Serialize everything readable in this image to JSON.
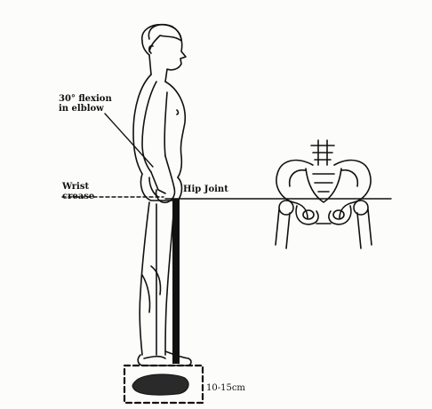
{
  "labels": {
    "elbow_flexion": [
      "30° flexion",
      "in elblow"
    ],
    "wrist_crease": [
      "Wrist",
      "crease"
    ],
    "hip_joint": "Hip Joint",
    "distance": "10-15cm"
  },
  "colors": {
    "ink": "#111111",
    "paper": "#fcfcfa",
    "foot_fill": "#2a2a2a"
  }
}
